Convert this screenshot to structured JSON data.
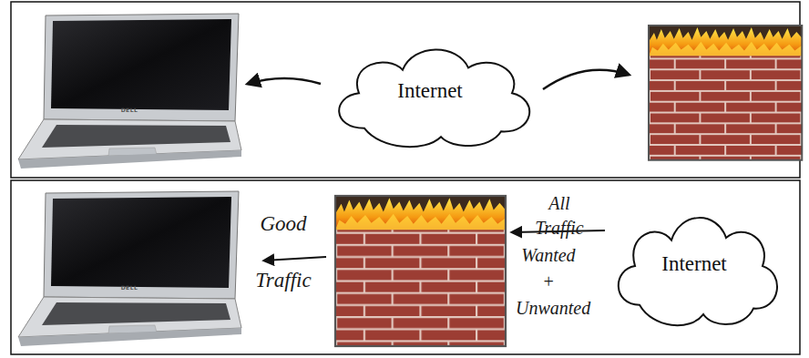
{
  "diagram": {
    "nodes": [
      {
        "text": [
          "Internet"
        ]
      },
      {
        "text": [
          "Internet"
        ]
      }
    ],
    "labels": [
      "DELL",
      "DELL",
      "Good Traffic",
      "All Traffic",
      "Wanted + Unwanted"
    ]
  }
}
